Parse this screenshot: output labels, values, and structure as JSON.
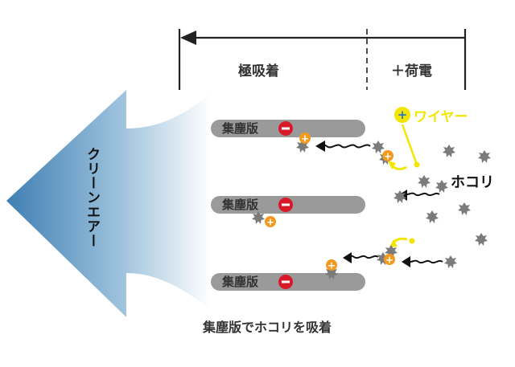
{
  "header": {
    "zone_adsorb": "極吸着",
    "zone_charge": "＋荷電"
  },
  "arrow": {
    "label": "クリーンエアー",
    "color_dark": "#3f7fb3",
    "color_light": "#ffffff"
  },
  "plates": [
    {
      "label": "集塵版",
      "charge": "−"
    },
    {
      "label": "集塵版",
      "charge": "−"
    },
    {
      "label": "集塵版",
      "charge": "−"
    }
  ],
  "wire": {
    "symbol": "+",
    "label": "ワイヤー",
    "color": "#f2e600"
  },
  "dust": {
    "label": "ホコリ"
  },
  "particle_charge": "+",
  "caption": "集塵版でホコリを吸着",
  "colors": {
    "plate": "#9a9a9a",
    "minus": "#d8192a",
    "plus": "#f39a1e",
    "dust": "#7b7b7b",
    "text": "#333333"
  }
}
